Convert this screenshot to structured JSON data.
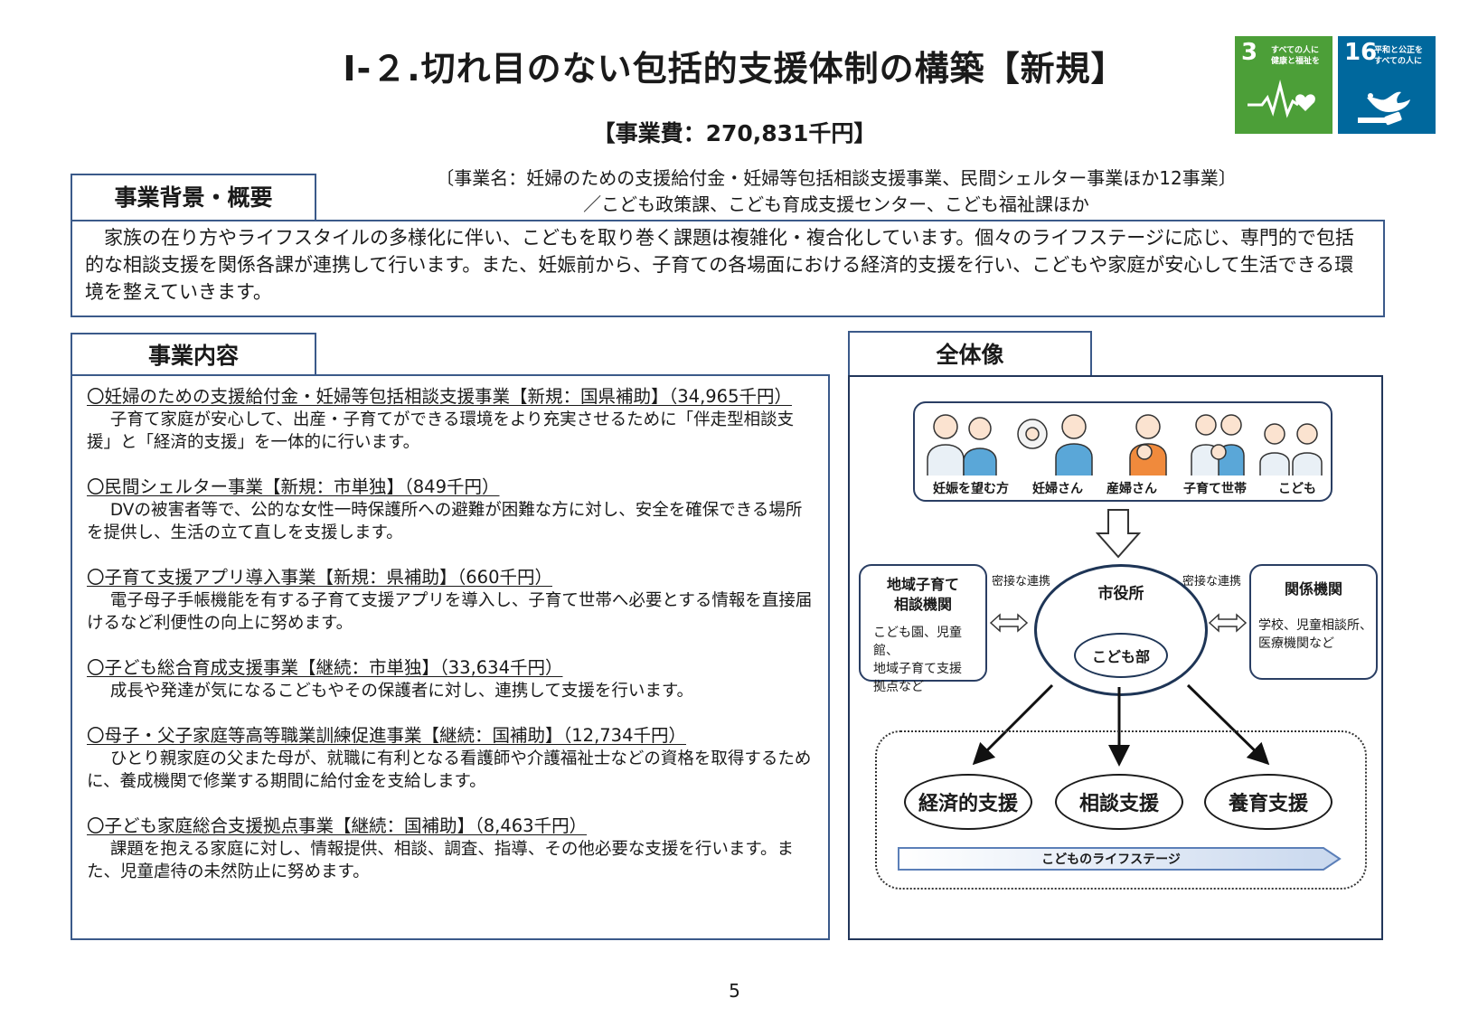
{
  "header": {
    "title": "Ⅰ-２.切れ目のない包括的支援体制の構築【新規】",
    "cost": "【事業費：270,831千円】",
    "project_name_line1": "〔事業名：妊婦のための支援給付金・妊婦等包括相談支援事業、民間シェルター事業ほか12事業〕",
    "project_name_line2": "／こども政策課、こども育成支援センター、こども福祉課ほか"
  },
  "sdgs": [
    {
      "number": "3",
      "text_line1": "すべての人に",
      "text_line2": "健康と福祉を",
      "color": "#4c9f38",
      "icon": "heartbeat-icon"
    },
    {
      "number": "16",
      "text_line1": "平和と公正を",
      "text_line2": "すべての人に",
      "color": "#00689d",
      "icon": "dove-gavel-icon"
    }
  ],
  "overview": {
    "label": "事業背景・概要",
    "text": "家族の在り方やライフスタイルの多様化に伴い、こどもを取り巻く課題は複雑化・複合化しています。個々のライフステージに応じ、専門的で包括的な相談支援を関係各課が連携して行います。また、妊娠前から、子育ての各場面における経済的支援を行い、こどもや家庭が安心して生活できる環境を整えていきます。"
  },
  "content": {
    "label": "事業内容",
    "items": [
      {
        "head": "〇妊婦のための支援給付金・妊婦等包括相談支援事業【新規：国県補助】（34,965千円）",
        "body": "子育て家庭が安心して、出産・子育てができる環境をより充実させるために「伴走型相談支援」と「経済的支援」を一体的に行います。"
      },
      {
        "head": "〇民間シェルター事業【新規：市単独】（849千円）",
        "body": "DVの被害者等で、公的な女性一時保護所への避難が困難な方に対し、安全を確保できる場所を提供し、生活の立て直しを支援します。"
      },
      {
        "head": "〇子育て支援アプリ導入事業【新規：県補助】（660千円）",
        "body": "電子母子手帳機能を有する子育て支援アプリを導入し、子育て世帯へ必要とする情報を直接届けるなど利便性の向上に努めます。"
      },
      {
        "head": "〇子ども総合育成支援事業【継続：市単独】（33,634千円）",
        "body": "成長や発達が気になるこどもやその保護者に対し、連携して支援を行います。"
      },
      {
        "head": "〇母子・父子家庭等高等職業訓練促進事業【継続：国補助】（12,734千円）",
        "body": "ひとり親家庭の父また母が、就職に有利となる看護師や介護福祉士などの資格を取得するために、養成機関で修業する期間に給付金を支給します。"
      },
      {
        "head": "〇子ども家庭総合支援拠点事業【継続：国補助】（8,463千円）",
        "body": "課題を抱える家庭に対し、情報提供、相談、調査、指導、その他必要な支援を行います。また、児童虐待の未然防止に努めます。"
      }
    ]
  },
  "overall": {
    "label": "全体像",
    "targets": [
      "妊娠を望む方",
      "妊婦さん",
      "産婦さん",
      "子育て世帯",
      "こども"
    ],
    "left_org": {
      "title_line1": "地域子育て",
      "title_line2": "相談機関",
      "desc_line1": "こども園、児童館、",
      "desc_line2": "地域子育て支援",
      "desc_line3": "拠点など"
    },
    "right_org": {
      "title": "関係機関",
      "desc_line1": "学校、児童相談所、",
      "desc_line2": "医療機関など"
    },
    "link_label": "密接な連携",
    "city_hall": "市役所",
    "dept": "こども部",
    "supports": [
      "経済的支援",
      "相談支援",
      "養育支援"
    ],
    "lifestage": "こどものライフステージ"
  },
  "page_number": "5"
}
